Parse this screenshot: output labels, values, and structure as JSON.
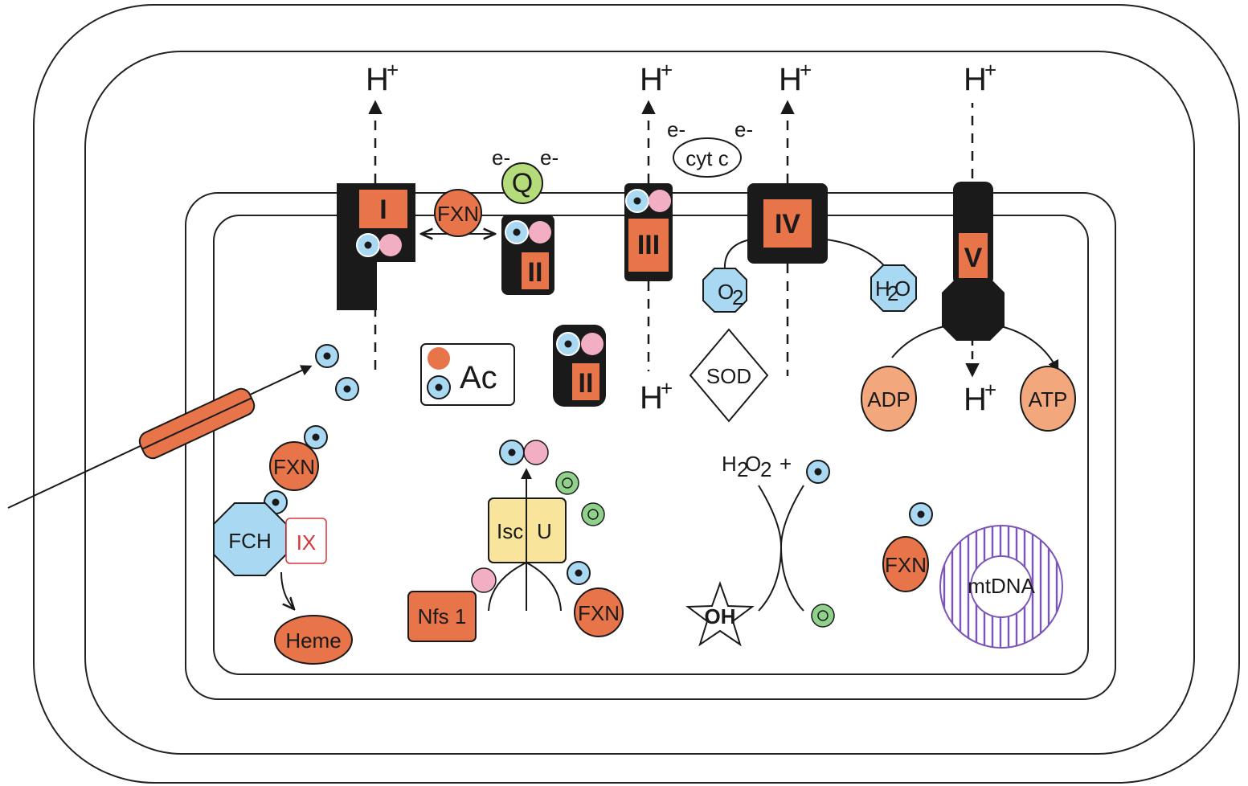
{
  "protons": {
    "h1": "H",
    "h3_top": "H",
    "h4": "H",
    "h5_top": "H",
    "h3_bottom": "H",
    "h5_bottom": "H",
    "plus": "+"
  },
  "electrons": {
    "e1": "e-",
    "e2": "e-",
    "e3": "e-",
    "e4": "e-"
  },
  "complexes": {
    "c1": "I",
    "c2_membrane": "II",
    "c2_matrix": "II",
    "c3": "III",
    "c4": "IV",
    "c5": "V"
  },
  "carriers": {
    "q": "Q",
    "cytc": "cyt c",
    "fxn_membrane": "FXN"
  },
  "molecules": {
    "o2": "O",
    "o2_sub": "2",
    "h2o_h": "H",
    "h2o_sub": "2",
    "h2o_o": "O",
    "sod": "SOD",
    "adp": "ADP",
    "atp": "ATP",
    "ac": "Ac",
    "h2o2": "H",
    "h2o2_sub1": "2",
    "h2o2_o": "O",
    "h2o2_sub2": "2",
    "h2o2_plus": "+",
    "oh": "OH"
  },
  "heme_pathway": {
    "fxn": "FXN",
    "fch": "FCH",
    "ix": "IX",
    "heme": "Heme"
  },
  "isc": {
    "isc": "Isc",
    "u": "U",
    "nfs1": "Nfs 1",
    "fxn": "FXN"
  },
  "matrix": {
    "fxn": "FXN",
    "mtdna": "mtDNA"
  },
  "colors": {
    "orange": "#E8744A",
    "light_orange": "#F2A77C",
    "iron_blue": "#A9D8F2",
    "sulfur_pink": "#F2AEC2",
    "ubiquinone_green": "#B5DC7A",
    "ferric_green": "#8FD18A",
    "isc_yellow": "#F8E49A",
    "mtdna_purple": "#7C55B8",
    "ix_red": "#D9343A"
  }
}
